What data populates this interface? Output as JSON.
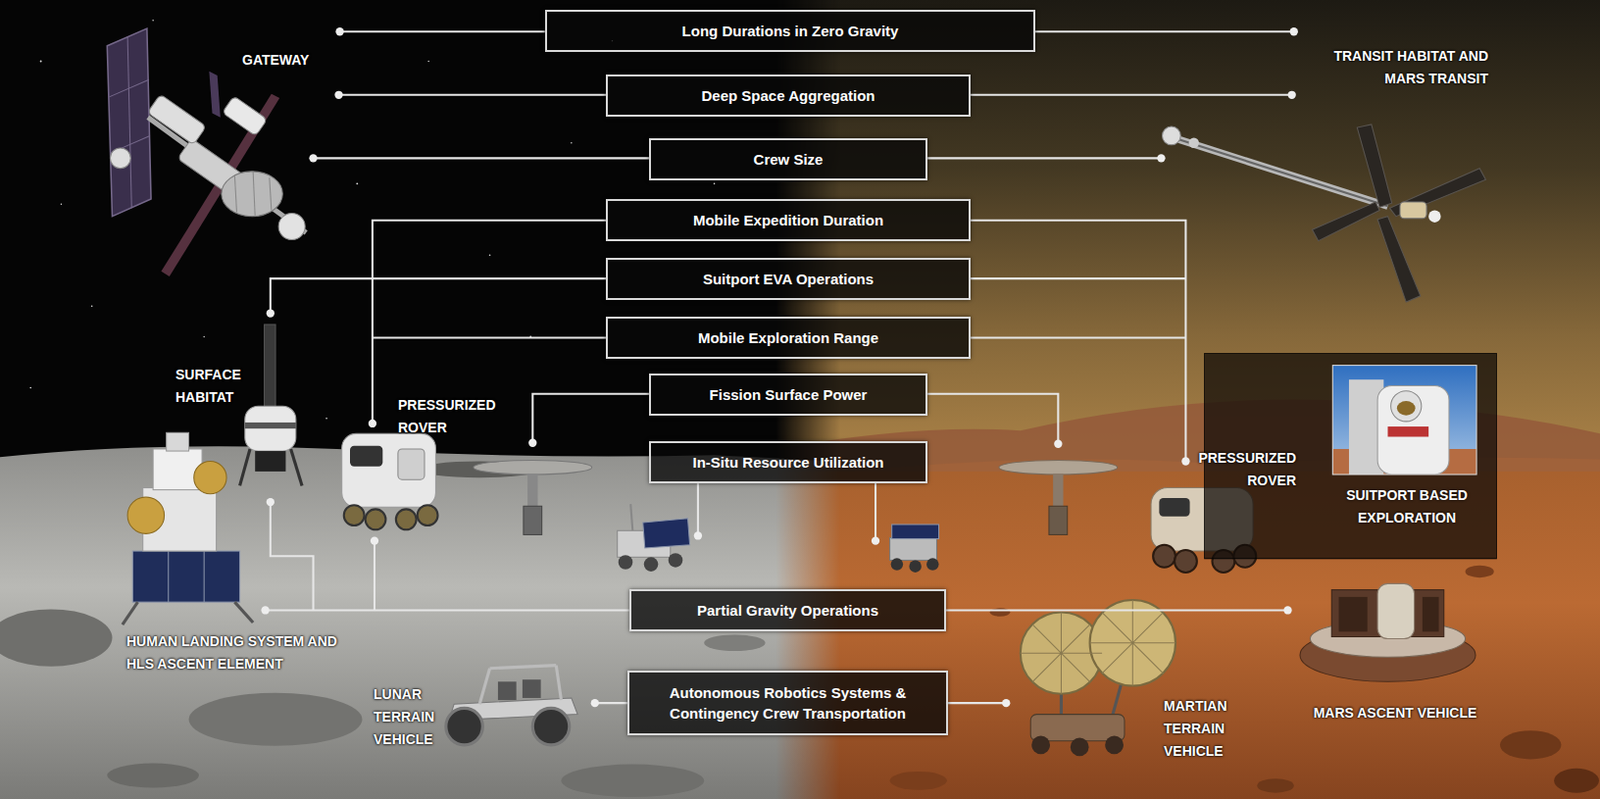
{
  "diagram": {
    "nodes": [
      {
        "text": [
          "Long Durations in Zero Gravity"
        ]
      },
      {
        "text": [
          "Deep Space Aggregation"
        ]
      },
      {
        "text": [
          "Crew Size"
        ]
      },
      {
        "text": [
          "Mobile Expedition Duration"
        ]
      },
      {
        "text": [
          "Suitport EVA Operations"
        ]
      },
      {
        "text": [
          "Mobile Exploration Range"
        ]
      },
      {
        "text": [
          "Fission Surface Power"
        ]
      },
      {
        "text": [
          "In-Situ Resource Utilization"
        ]
      },
      {
        "text": [
          "Partial Gravity Operations"
        ]
      },
      {
        "text": [
          "Autonomous Robotics Systems & Contingency Crew Transportation"
        ]
      },
      {
        "text": [
          "SUITPORT BASED EXPLORATION"
        ]
      }
    ],
    "labels": [
      "GATEWAY",
      "TRANSIT HABITAT AND MARS TRANSIT",
      "SURFACE HABITAT",
      "PRESSURIZED ROVER",
      "PRESSURIZED ROVER",
      "HUMAN LANDING SYSTEM AND HLS ASCENT ELEMENT",
      "LUNAR TERRAIN VEHICLE",
      "MARTIAN TERRAIN VEHICLE",
      "MARS ASCENT VEHICLE"
    ]
  }
}
